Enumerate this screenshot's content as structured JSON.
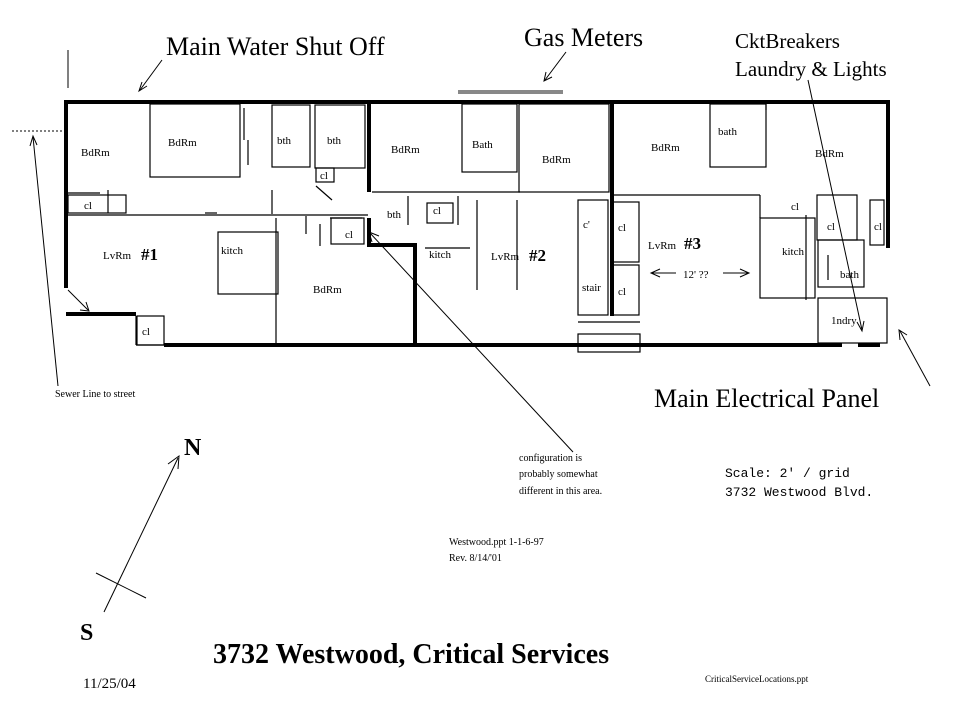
{
  "labels": {
    "main_water": "Main Water Shut Off",
    "gas_meters": "Gas Meters",
    "ckt_line1": "CktBreakers",
    "ckt_line2": "Laundry & Lights",
    "main_panel": "Main Electrical Panel",
    "sewer": "Sewer Line to street"
  },
  "rooms": {
    "u1_bdrm_a": "BdRm",
    "u1_bdrm_b": "BdRm",
    "u1_bth_a": "bth",
    "u1_bth_b": "bth",
    "u1_cl_a": "cl",
    "u1_cl_b": "cl",
    "u1_cl_c": "cl",
    "u1_cl_d": "cl",
    "u1_lvrm": "LvRm",
    "u1_num": "#1",
    "u1_kitch": "kitch",
    "u1_bdrm_c": "BdRm",
    "u2_bdrm_a": "BdRm",
    "u2_bath": "Bath",
    "u2_bdrm_b": "BdRm",
    "u2_bth": "bth",
    "u2_cl": "cl",
    "u2_kitch": "kitch",
    "u2_lvrm": "LvRm",
    "u2_num": "#2",
    "u2_cl_c": "c'",
    "u2_cl_d": "cl",
    "u2_stair": "stair",
    "u2_cl_e": "cl",
    "u3_bdrm_a": "BdRm",
    "u3_bath_a": "bath",
    "u3_bdrm_b": "BdRm",
    "u3_lvrm": "LvRm",
    "u3_num": "#3",
    "u3_dim": "12' ??",
    "u3_cl_a": "cl",
    "u3_cl_b": "cl",
    "u3_cl_c": "cl",
    "u3_kitch": "kitch",
    "u3_bath_b": "bath",
    "u3_lndry": "1ndry"
  },
  "notes": {
    "config_1": "configuration is",
    "config_2": "probably somewhat",
    "config_3": "different in this area.",
    "file_1": "Westwood.ppt   1-1-6-97",
    "file_2": "Rev. 8/14/'01",
    "scale": "Scale: 2' / grid",
    "address": "3732 Westwood Blvd."
  },
  "compass": {
    "north": "N",
    "south": "S"
  },
  "footer": {
    "title": "3732 Westwood, Critical Services",
    "date": "11/25/04",
    "filename": "CriticalServiceLocations.ppt"
  }
}
